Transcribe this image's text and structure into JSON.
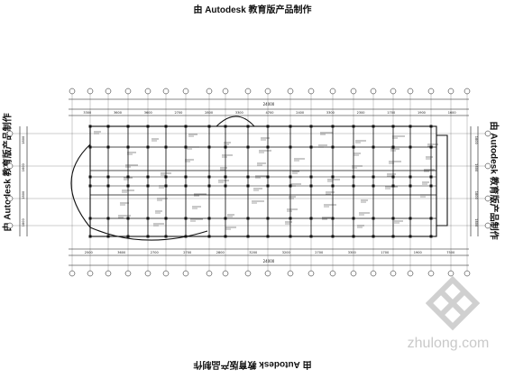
{
  "stamp_text": "由 Autodesk 教育版产品制作",
  "watermark": "zhulong.com",
  "top_total_dim": "24000",
  "bottom_total_dim": "24000",
  "top_dims": [
    "3300",
    "3600",
    "3600",
    "2700",
    "2800",
    "3300",
    "4700",
    "2400",
    "3300",
    "2300",
    "1700",
    "1900",
    "1600"
  ],
  "bottom_dims": [
    "2500",
    "3600",
    "2700",
    "2700",
    "2800",
    "3200",
    "3200",
    "2700",
    "3300",
    "1700",
    "1900",
    "7500"
  ],
  "left_dims": [
    "1800",
    "1600",
    "1800",
    "1800"
  ],
  "right_dims": [
    "1800",
    "1600",
    "1800",
    "1800"
  ],
  "colors": {
    "line": "#111111",
    "background": "#ffffff",
    "watermark": "#c9c9c9"
  }
}
